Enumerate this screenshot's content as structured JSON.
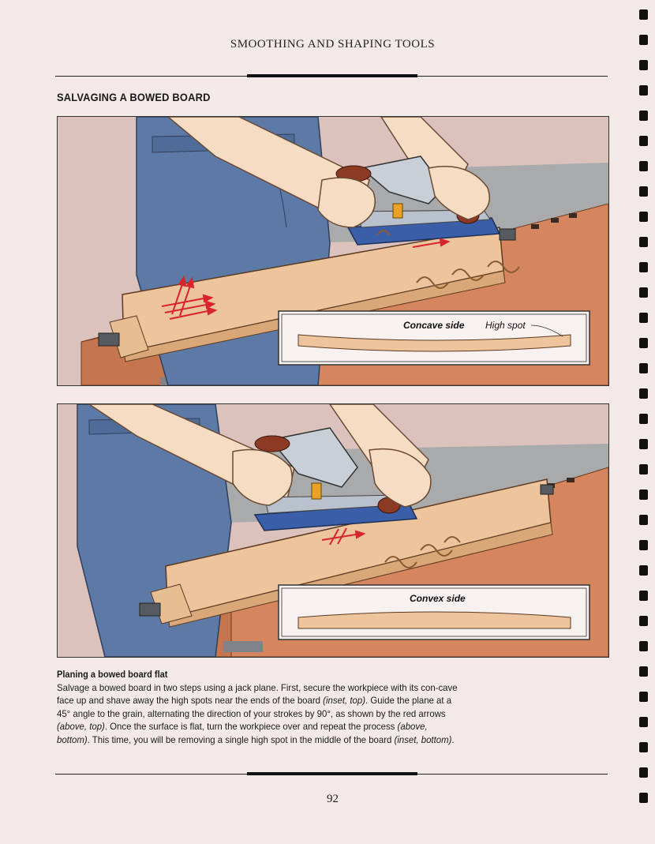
{
  "header": {
    "running_head": "SMOOTHING AND SHAPING TOOLS"
  },
  "section": {
    "title": "SALVAGING A BOWED BOARD"
  },
  "illustration_top": {
    "inset_label": "Concave side",
    "callout": "High spot"
  },
  "illustration_bottom": {
    "inset_label": "Convex side"
  },
  "caption": {
    "title": "Planing a bowed board flat",
    "parts": [
      "Salvage a bowed board in two steps using a jack plane. First, secure the workpiece with its con-cave face up and shave away the high spots near the ends of the board ",
      "(inset, top)",
      ". Guide the plane at a 45° angle to the grain, alternating the direction of your strokes by 90°, as shown by the red arrows ",
      "(above, top)",
      ". Once the surface is flat, turn the workpiece over and repeat the process ",
      "(above, bottom)",
      ". This time, you will be removing a single high spot in the middle of the board ",
      "(inset, bottom)",
      "."
    ]
  },
  "footer": {
    "page_number": "92"
  },
  "colors": {
    "page": "#f3eae8",
    "wall": "#dcc2bd",
    "bench": "#d6865e",
    "board": "#edc49c",
    "denim": "#5d7aa6",
    "skin": "#f6dcc2",
    "arrow": "#d8252a",
    "plane_blue": "#3a5fa8"
  }
}
